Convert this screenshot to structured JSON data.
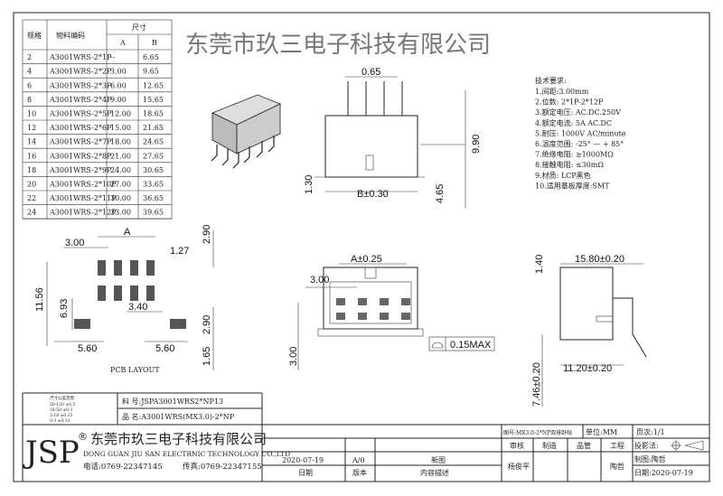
{
  "spec_table": {
    "headers": {
      "spec": "规格",
      "code": "物料编码",
      "size": "尺寸",
      "a": "A",
      "b": "B"
    },
    "rows": [
      {
        "spec": "2",
        "code": "A3001WRS-2*1P",
        "a": "--",
        "b": "6.65"
      },
      {
        "spec": "4",
        "code": "A3001WRS-2*2P",
        "a": "3.00",
        "b": "9.65"
      },
      {
        "spec": "6",
        "code": "A3001WRS-2*3P",
        "a": "6.00",
        "b": "12.65"
      },
      {
        "spec": "8",
        "code": "A3001WRS-2*4P",
        "a": "9.00",
        "b": "15.65"
      },
      {
        "spec": "10",
        "code": "A3001WRS-2*5P",
        "a": "12.00",
        "b": "18.65"
      },
      {
        "spec": "12",
        "code": "A3001WRS-2*6P",
        "a": "15.00",
        "b": "21.65"
      },
      {
        "spec": "14",
        "code": "A3001WRS-2*7P",
        "a": "18.00",
        "b": "24.65"
      },
      {
        "spec": "16",
        "code": "A3001WRS-2*8P",
        "a": "21.00",
        "b": "27.65"
      },
      {
        "spec": "18",
        "code": "A3001WRS-2*9P",
        "a": "24.00",
        "b": "30.65"
      },
      {
        "spec": "20",
        "code": "A3001WRS-2*10P",
        "a": "27.00",
        "b": "33.65"
      },
      {
        "spec": "22",
        "code": "A3001WRS-2*11P",
        "a": "30.00",
        "b": "36.65"
      },
      {
        "spec": "24",
        "code": "A3001WRS-2*12P",
        "a": "33.00",
        "b": "39.65"
      }
    ]
  },
  "tech_requirements": {
    "title": "技术要求:",
    "items": [
      "1.间距:3.00mm",
      "2.位数: 2*1P-2*12P",
      "3.额定电压: AC.DC.250V",
      "4.额定电流: 5A AC.DC",
      "5.耐压: 1000V AC/minute",
      "6.温度范围: -25° — + 85°",
      "7.绝缘电阻: ≥1000MΩ",
      "8.接触电阻: ≤30mΩ",
      "9.材质: LCP黑色",
      "10.适用基板厚度:SMT"
    ]
  },
  "dimensions": {
    "side_pitch": "0.65",
    "side_height": "9.90",
    "side_base": "1.30",
    "side_b": "B±0.30",
    "side_tail": "4.65",
    "pcb_a": "A",
    "pcb_3": "3.00",
    "pcb_127": "1.27",
    "pcb_290a": "2.90",
    "pcb_1156": "11.56",
    "pcb_693": "6.93",
    "pcb_340": "3.40",
    "pcb_290b": "2.90",
    "pcb_560a": "5.60",
    "pcb_560b": "5.60",
    "pcb_165": "1.65",
    "pcb_title": "PCB LAYOUT",
    "front_a": "A±0.25",
    "front_3": "3.00",
    "front_flat": "0.15MAX",
    "front_h": "3.00",
    "right_140": "1.40",
    "right_1580": "15.80±0.20",
    "right_1120": "11.20±0.20",
    "right_746": "7.46±0.20"
  },
  "watermark": "东莞市玖三电子科技有限公司",
  "title_block": {
    "tolerance_title": "尺寸公差范围",
    "tolerances": [
      "50-120  ±0.5",
      "18-50   ±0.3",
      "3-18   ±0.15",
      "0-3   ±0.12"
    ],
    "part_no": "料  号:JSPA3001WRS2*NP13",
    "part_name": "品  名:A3001WRS(MX3.0)-2*NP",
    "logo": "JSP",
    "logo_mark": "®",
    "company_cn": "东莞市玖三电子科技有限公司",
    "company_en": "DONG GUAN JIU SAN ELECTRNIC TECHNOLOGY CO.,LTD",
    "phone": "电话:0769-22347145",
    "fax": "传真:0769-22347155",
    "rev_date": "2020-07-19",
    "rev_version": "A/0",
    "rev_desc": "新图",
    "col_date": "日期",
    "col_version": "版本",
    "col_desc": "内容描述",
    "drawing_no": "图号:MX3.0-2*NP双排卧贴",
    "unit": "单位:MM",
    "page": "页次:1/1",
    "review": "审核",
    "make": "制造",
    "qc": "品管",
    "eng": "工程",
    "projection": "投影法:",
    "reviewer": "杨俊平",
    "engineer": "陶哲",
    "drawn_by": "制图:陶哲",
    "date": "日期:2020-07-19"
  }
}
